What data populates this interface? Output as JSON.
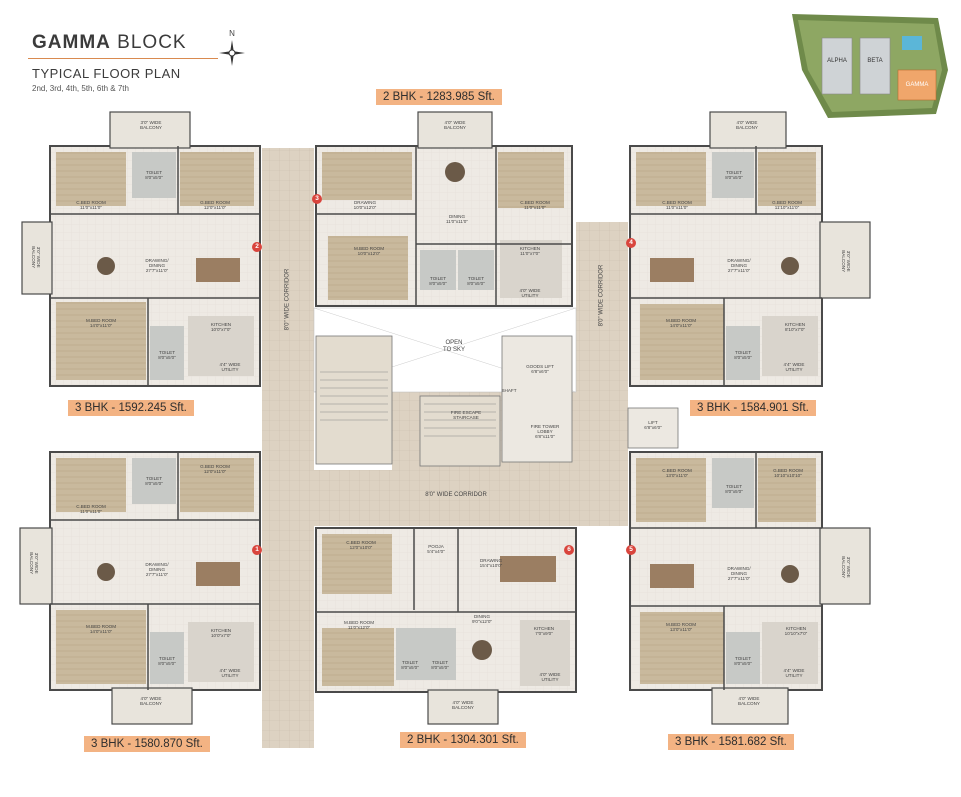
{
  "header": {
    "title_bold": "GAMMA",
    "title_light": "BLOCK",
    "subtitle": "TYPICAL FLOOR PLAN",
    "floors": "2nd, 3rd, 4th, 5th, 6th & 7th",
    "compass": "N"
  },
  "keyplan": {
    "blocks": [
      "ALPHA",
      "BETA",
      "GAMMA"
    ]
  },
  "units": [
    {
      "id": "1",
      "label": "3 BHK - 1580.870 Sft."
    },
    {
      "id": "2",
      "label": "3 BHK - 1592.245 Sft."
    },
    {
      "id": "3",
      "label": "2 BHK - 1283.985 Sft."
    },
    {
      "id": "4",
      "label": "3 BHK - 1584.901 Sft."
    },
    {
      "id": "5",
      "label": "3 BHK - 1581.682 Sft."
    },
    {
      "id": "6",
      "label": "2 BHK - 1304.301 Sft."
    }
  ],
  "core": {
    "open_to_sky": "OPEN\nTO SKY",
    "corridor_left": "8'0\" WIDE CORRIDOR",
    "corridor_right": "8'0\" WIDE CORRIDOR",
    "corridor_bottom": "8'0\" WIDE CORRIDOR",
    "goods_lift": "GOODS LIFT\n6'8\"x6'0\"",
    "fire_escape": "FIRE ESCAPE\nSTAIRCASE",
    "fire_tower": "FIRE TOWER\nLOBBY\n6'8\"x11'0\"",
    "lift": "LIFT\n6'8\"x6'0\"",
    "shaft": "SHAFT"
  },
  "rooms": {
    "u3": {
      "balcony": "4'0\" WIDE\nBALCONY",
      "drawing": "DRAWING\n10'0\"x12'0\"",
      "dining": "DINING\n11'0\"x11'0\"",
      "cbed": "C.BED ROOM\n11'0\"x11'0\"",
      "mbed": "M.BED ROOM\n10'0\"x12'0\"",
      "toilet1": "TOILET\n8'0\"x5'0\"",
      "toilet2": "TOILET\n8'0\"x5'0\"",
      "kitchen": "KITCHEN\n11'0\"x7'0\"",
      "utility": "4'0\" WIDE\nUTILITY"
    },
    "u2": {
      "balcony_top": "3'0\" WIDE\nBALCONY",
      "balcony_left": "3'0\" WIDE\nBALCONY",
      "cbed": "C.BED ROOM\n11'0\"x11'0\"",
      "gbed": "G.BED ROOM\n12'0\"x11'0\"",
      "toilet": "TOILET\n8'0\"x5'0\"",
      "drawing": "DRAWING/\nDINING\n27'7\"x11'0\"",
      "mbed": "M.BED ROOM\n14'0\"x11'0\"",
      "kitchen": "KITCHEN\n10'0\"x7'0\"",
      "toilet2": "TOILET\n8'0\"x5'0\"",
      "utility": "4'4\" WIDE\nUTILITY"
    },
    "u4": {
      "balcony_top": "4'0\" WIDE\nBALCONY",
      "balcony_right": "3'0\" WIDE\nBALCONY",
      "cbed": "C.BED ROOM\n11'0\"x11'0\"",
      "gbed": "G.BED ROOM\n11'10\"x11'0\"",
      "toilet": "TOILET\n8'0\"x5'0\"",
      "drawing": "DRAWING/\nDINING\n27'7\"x11'0\"",
      "mbed": "M.BED ROOM\n14'0\"x11'0\"",
      "kitchen": "KITCHEN\n8'10\"x7'0\"",
      "toilet2": "TOILET\n8'0\"x5'0\"",
      "utility": "4'4\" WIDE\nUTILITY"
    },
    "u1": {
      "balcony_left": "3'0\" WIDE\nBALCONY",
      "balcony_bottom": "4'0\" WIDE\nBALCONY",
      "cbed": "C.BED ROOM\n11'0\"x11'0\"",
      "gbed": "G.BED ROOM\n12'0\"x11'0\"",
      "toilet": "TOILET\n8'0\"x5'0\"",
      "drawing": "DRAWING/\nDINING\n27'7\"x11'0\"",
      "mbed": "M.BED ROOM\n14'0\"x11'0\"",
      "kitchen": "KITCHEN\n10'0\"x7'0\"",
      "toilet2": "TOILET\n8'0\"x5'0\"",
      "utility": "4'4\" WIDE\nUTILITY"
    },
    "u6": {
      "cbed": "C.BED ROOM\n12'0\"x10'0\"",
      "pooja": "POOJA\n5'4\"x4'0\"",
      "drawing": "DRAWING\n15'4\"x10'0\"",
      "mbed": "M.BED ROOM\n11'0\"x12'0\"",
      "dining": "DINING\n9'0\"x12'0\"",
      "kitchen": "KITCHEN\n7'0\"x9'0\"",
      "toilet1": "TOILET\n8'0\"x5'0\"",
      "toilet2": "TOILET\n8'0\"x5'0\"",
      "utility": "4'0\" WIDE\nUTILITY",
      "balcony": "4'0\" WIDE\nBALCONY"
    },
    "u5": {
      "cbed": "C.BED ROOM\n13'0\"x11'0\"",
      "gbed": "G.BED ROOM\n10'10\"x10'10\"",
      "toilet": "TOILET\n8'0\"x5'0\"",
      "balcony_right": "3'0\" WIDE\nBALCONY",
      "drawing": "DRAWING/\nDINING\n27'7\"x11'0\"",
      "mbed": "M.BED ROOM\n13'0\"x11'0\"",
      "kitchen": "KITCHEN\n10'10\"x7'0\"",
      "toilet2": "TOILET\n8'0\"x5'0\"",
      "utility": "4'4\" WIDE\nUTILITY",
      "balcony_bottom": "4'0\" WIDE\nBALCONY"
    }
  }
}
